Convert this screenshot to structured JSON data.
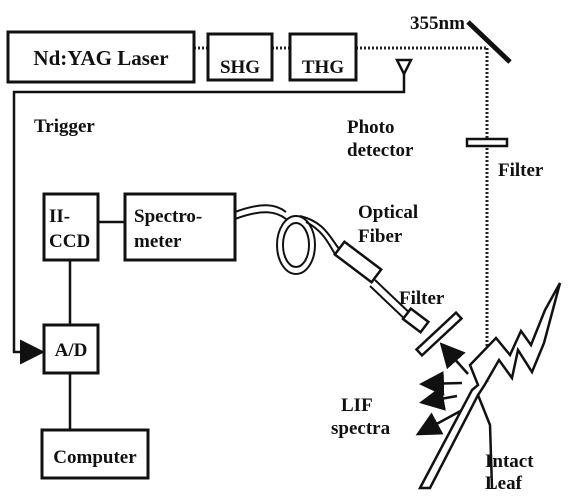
{
  "labels": {
    "laser": "Nd:YAG Laser",
    "shg": "SHG",
    "thg": "THG",
    "wavelength": "355nm",
    "trigger": "Trigger",
    "photo_detector_line1": "Photo",
    "photo_detector_line2": "detector",
    "filter_top": "Filter",
    "iccd_line1": "II-",
    "iccd_line2": "CCD",
    "spectrometer_line1": "Spectro-",
    "spectrometer_line2": "meter",
    "optical_fiber_line1": "Optical",
    "optical_fiber_line2": "Fiber",
    "filter_bottom": "Filter",
    "ad": "A/D",
    "lif_line1": "LIF",
    "lif_line2": "spectra",
    "computer": "Computer",
    "leaf_line1": "Intact",
    "leaf_line2": "Leaf"
  }
}
